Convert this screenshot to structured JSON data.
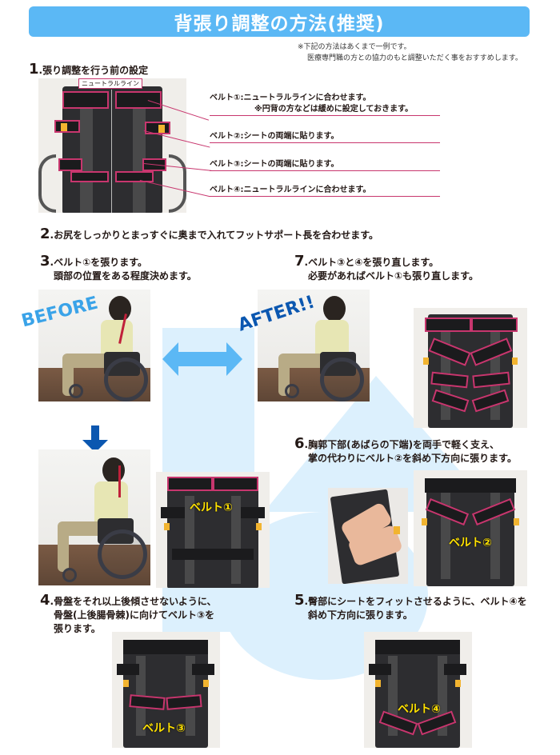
{
  "header": {
    "title": "背張り調整の方法(推奨)",
    "note_line1": "※下記の方法はあくまで一例です。",
    "note_line2": "医療専門職の方との協力のもと調整いただく事をおすすめします。"
  },
  "step1": {
    "num": "1",
    "title": ".張り調整を行う前の設定",
    "neutral_line_tag": "ニュートラルライン",
    "belts": [
      {
        "label": "ベルト①:ニュートラルラインに合わせます。",
        "sub": "※円背の方などは緩めに設定しておきます。"
      },
      {
        "label": "ベルト②:シートの両端に貼ります。"
      },
      {
        "label": "ベルト③:シートの両端に貼ります。"
      },
      {
        "label": "ベルト④:ニュートラルラインに合わせます。"
      }
    ]
  },
  "step2": {
    "num": "2",
    "title": ".お尻をしっかりとまっすぐに奥まで入れてフットサポート長を合わせます。"
  },
  "step3": {
    "num": "3",
    "line1": ".ベルト①を張ります。",
    "line2": "頭部の位置をある程度決めます。",
    "photo_label": "ベルト①"
  },
  "step4": {
    "num": "4",
    "line1": ".骨盤をそれ以上後傾させないように、",
    "line2": "骨盤(上後腸骨棘)に向けてベルト③を",
    "line3": "張ります。",
    "photo_label": "ベルト③"
  },
  "step5": {
    "num": "5",
    "line1": ".臀部にシートをフィットさせるように、ベルト④を",
    "line2": "斜め下方向に張ります。",
    "photo_label": "ベルト④"
  },
  "step6": {
    "num": "6",
    "line1": ".胸郭下部(あばらの下端)を両手で軽く支え、",
    "line2": "掌の代わりにベルト②を斜め下方向に張ります。",
    "photo_label": "ベルト②"
  },
  "step7": {
    "num": "7",
    "line1": ".ベルト③と④を張り直します。",
    "line2": "必要があればベルト①も張り直します。"
  },
  "labels": {
    "before": "BEFORE",
    "after": "AFTER!!"
  },
  "colors": {
    "banner": "#5bb8f5",
    "accent_line": "#c8366e",
    "before_text": "#3aa3e8",
    "after_text": "#0b57b0",
    "bg_flow": "#dcf0fd",
    "belt_label": "#ffe100"
  }
}
